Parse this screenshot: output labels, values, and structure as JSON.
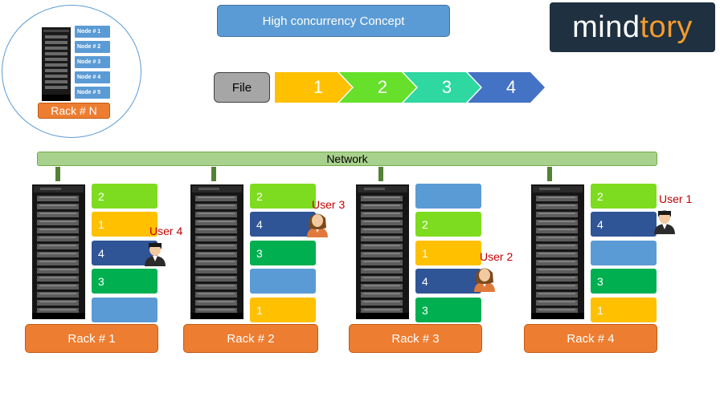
{
  "title": "High concurrency Concept",
  "logo": {
    "part1": "mind",
    "part2": "tory"
  },
  "legend": {
    "nodes": [
      "Node # 1",
      "Node # 2",
      "Node # 3",
      "Node # 4",
      "Node # 5"
    ],
    "rack": "Rack # N"
  },
  "file": {
    "label": "File",
    "chunks": [
      {
        "label": "1",
        "color": "#ffc000"
      },
      {
        "label": "2",
        "color": "#66e02a"
      },
      {
        "label": "3",
        "color": "#2ed8a0"
      },
      {
        "label": "4",
        "color": "#4472c4"
      }
    ]
  },
  "network": {
    "label": "Network"
  },
  "colors": {
    "c1": "#ffc000",
    "c2": "#7ddc1f",
    "c3": "#00b050",
    "c4": "#2f5597",
    "empty": "#5b9bd5",
    "rack": "#ed7d31",
    "network": "#a9d18e",
    "user": "#c00000"
  },
  "racks": [
    {
      "label": "Rack # 1",
      "blocks": [
        "2",
        "1",
        "4",
        "3",
        ""
      ],
      "user": "User 4"
    },
    {
      "label": "Rack # 2",
      "blocks": [
        "2",
        "4",
        "3",
        "",
        "1"
      ],
      "user": "User 3"
    },
    {
      "label": "Rack # 3",
      "blocks": [
        "",
        "2",
        "1",
        "4",
        "3"
      ],
      "user": "User 2"
    },
    {
      "label": "Rack # 4",
      "blocks": [
        "2",
        "4",
        "",
        "3",
        "1"
      ],
      "user": "User 1"
    }
  ]
}
